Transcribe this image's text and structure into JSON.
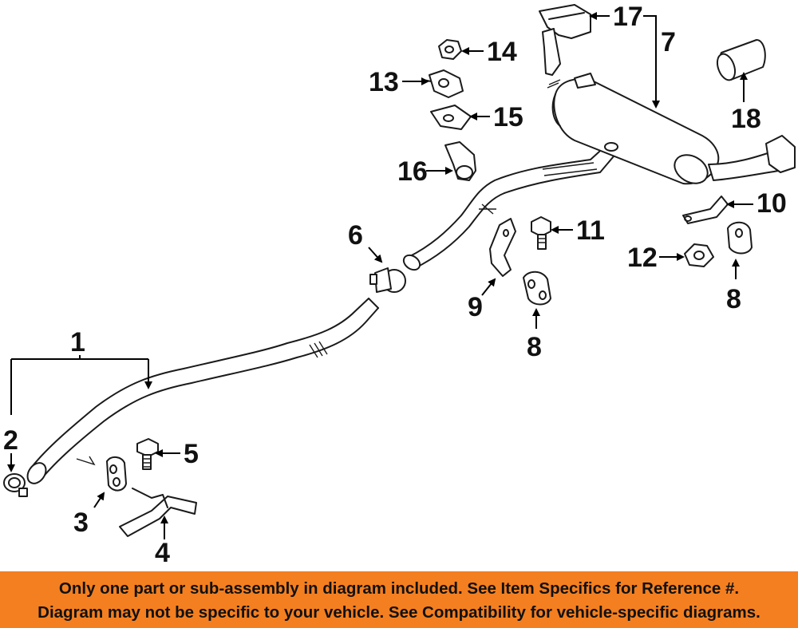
{
  "callouts": {
    "c1": "1",
    "c2": "2",
    "c3": "3",
    "c4": "4",
    "c5": "5",
    "c6": "6",
    "c7": "7",
    "c8a": "8",
    "c8b": "8",
    "c9": "9",
    "c10": "10",
    "c11": "11",
    "c12": "12",
    "c13": "13",
    "c14": "14",
    "c15": "15",
    "c16": "16",
    "c17": "17",
    "c18": "18"
  },
  "footer": {
    "line1": "Only one part or sub-assembly in diagram included. See Item Specifics for Reference #.",
    "line2": "Diagram may not be specific to your vehicle. See Compatibility for vehicle-specific diagrams."
  },
  "colors": {
    "footer_background": "#f47f20",
    "line_art": "#1a1a1a"
  }
}
